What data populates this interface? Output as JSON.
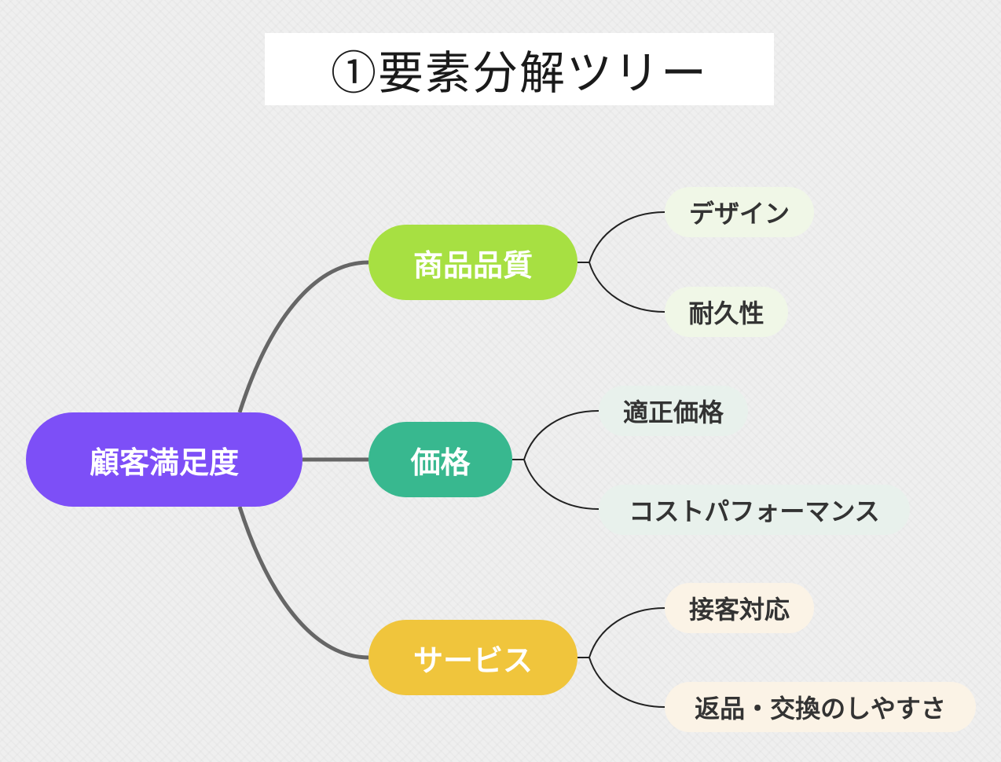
{
  "title": "①要素分解ツリー",
  "colors": {
    "root": "#7d4ff7",
    "quality": "#a7e042",
    "price": "#38b88f",
    "service": "#f0c53c",
    "leaf_quality": "#f0f7e7",
    "leaf_price": "#e8f1ec",
    "leaf_service": "#fbf3e6",
    "connector_main": "#666666",
    "connector_leaf": "#222222"
  },
  "tree": {
    "root": "顧客満足度",
    "branches": [
      {
        "label": "商品品質",
        "children": [
          "デザイン",
          "耐久性"
        ]
      },
      {
        "label": "価格",
        "children": [
          "適正価格",
          "コストパフォーマンス"
        ]
      },
      {
        "label": "サービス",
        "children": [
          "接客対応",
          "返品・交換のしやすさ"
        ]
      }
    ]
  }
}
